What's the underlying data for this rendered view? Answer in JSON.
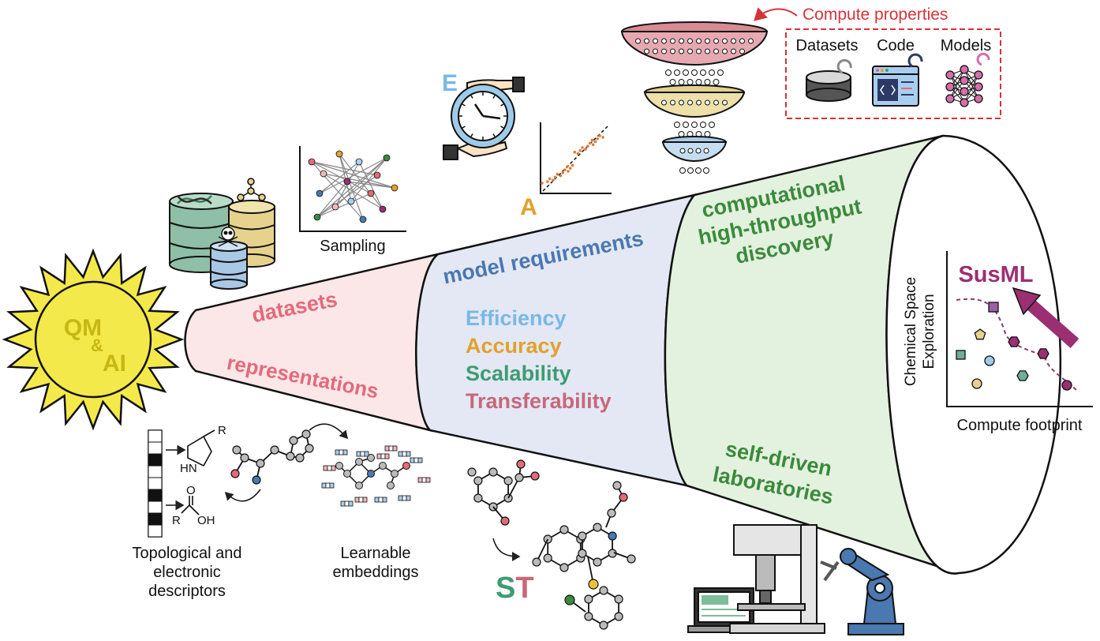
{
  "sun": {
    "line1": "QM",
    "amp": "&",
    "line2": "AI"
  },
  "cone": {
    "section1": {
      "datasets": "datasets",
      "representations": "representations"
    },
    "section2": {
      "title": "model requirements",
      "requirements": [
        {
          "initial": "E",
          "rest": "fficiency"
        },
        {
          "initial": "A",
          "rest": "ccuracy"
        },
        {
          "initial": "S",
          "rest": "calability"
        },
        {
          "initial": "T",
          "rest": "ransferability"
        }
      ]
    },
    "section3": {
      "title_lines": [
        "computational",
        "high-throughput",
        "discovery"
      ],
      "sdl_lines": [
        "self-driven",
        "laboratories"
      ]
    }
  },
  "top": {
    "sampling_label": "Sampling",
    "efficiency_letter": "E",
    "accuracy_letter": "A",
    "compute_properties": "Compute properties",
    "items": [
      "Datasets",
      "Code",
      "Models"
    ]
  },
  "bottom": {
    "descriptors_lines": [
      "Topological and",
      "electronic",
      "descriptors"
    ],
    "embeddings_lines": [
      "Learnable",
      "embeddings"
    ],
    "st_s": "S",
    "st_t": "T",
    "imidazole_R": "R",
    "imidazole_HN": "HN",
    "acid_O": "O",
    "acid_R": "R",
    "acid_OH": "OH"
  },
  "susml": {
    "label": "SusML",
    "ylabel_lines": [
      "Chemical Space",
      "Exploration"
    ],
    "xlabel": "Compute footprint"
  },
  "colors": {
    "pink": "#e36a79",
    "blue": "#4a78b0",
    "green": "#3b8a3b",
    "efficiency": "#7ab8e6",
    "accuracy": "#e1a12d",
    "scalability": "#3f9b71",
    "transferability": "#c7687a",
    "susml": "#9b2f72",
    "sun": "#f4e94a",
    "qm": "#c6b812",
    "red": "#d63339"
  }
}
